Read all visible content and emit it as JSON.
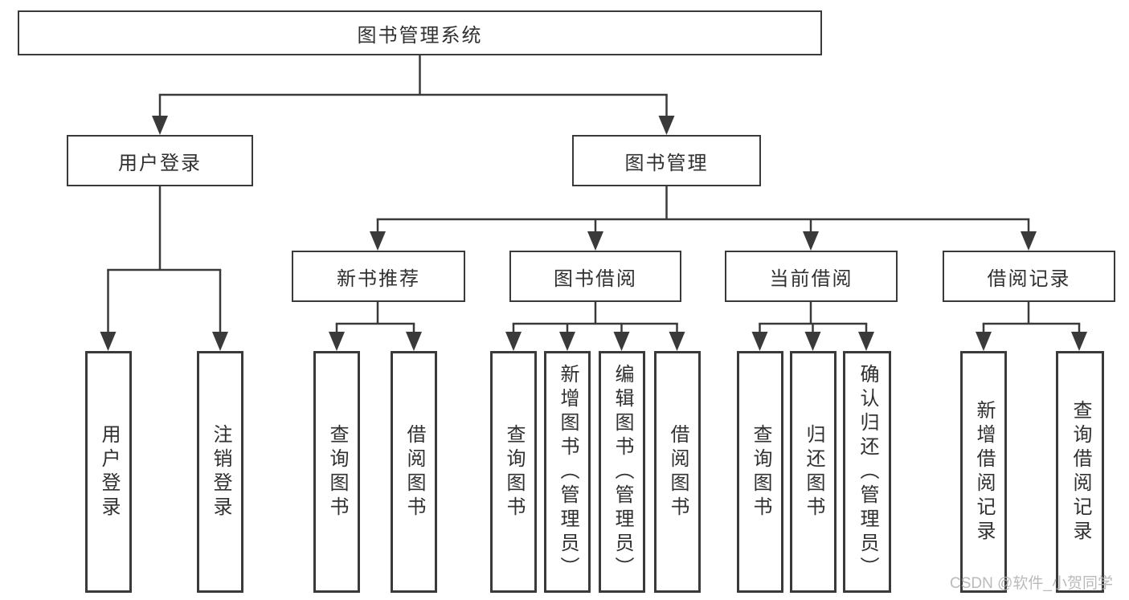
{
  "colors": {
    "line": "#3a3a3a",
    "text": "#303030",
    "box_bg": "#ffffff",
    "page_bg": "#ffffff",
    "watermark": "#b3b3b3"
  },
  "diagram_type": "hierarchy-tree",
  "tree": {
    "label": "图书管理系统",
    "children": [
      {
        "label": "用户登录",
        "children": [
          {
            "label": "用户登录"
          },
          {
            "label": "注销登录"
          }
        ]
      },
      {
        "label": "图书管理",
        "children": [
          {
            "label": "新书推荐",
            "children": [
              {
                "label": "查询图书"
              },
              {
                "label": "借阅图书"
              }
            ]
          },
          {
            "label": "图书借阅",
            "children": [
              {
                "label": "查询图书"
              },
              {
                "label": "新增图书（管理员）"
              },
              {
                "label": "编辑图书（管理员）"
              },
              {
                "label": "借阅图书"
              }
            ]
          },
          {
            "label": "当前借阅",
            "children": [
              {
                "label": "查询图书"
              },
              {
                "label": "归还图书"
              },
              {
                "label": "确认归还（管理员）"
              }
            ]
          },
          {
            "label": "借阅记录",
            "children": [
              {
                "label": "新增借阅记录"
              },
              {
                "label": "查询借阅记录"
              }
            ]
          }
        ]
      }
    ]
  },
  "watermark": "CSDN @软件_小贺同学"
}
